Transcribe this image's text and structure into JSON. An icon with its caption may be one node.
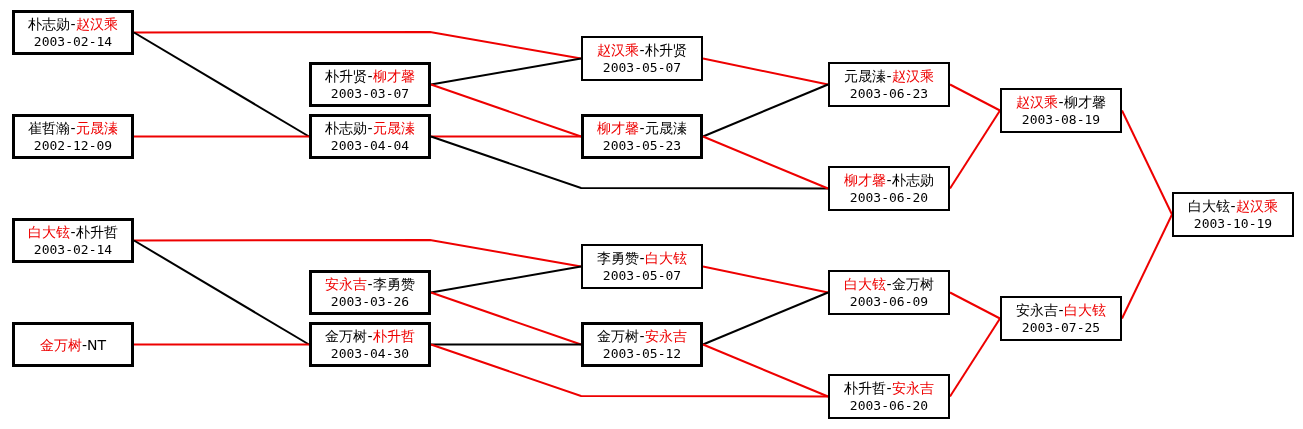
{
  "diagram": {
    "nodes": [
      {
        "text": [
          "朴志勋-赵汉乘",
          "2003-02-14"
        ]
      },
      {
        "text": [
          "朴升贤-柳才馨",
          "2003-03-07"
        ]
      },
      {
        "text": [
          "赵汉乘-朴升贤",
          "2003-05-07"
        ]
      },
      {
        "text": [
          "崔哲瀚-元晟溱",
          "2002-12-09"
        ]
      },
      {
        "text": [
          "朴志勋-元晟溱",
          "2003-04-04"
        ]
      },
      {
        "text": [
          "柳才馨-元晟溱",
          "2003-05-23"
        ]
      },
      {
        "text": [
          "元晟溱-赵汉乘",
          "2003-06-23"
        ]
      },
      {
        "text": [
          "柳才馨-朴志勋",
          "2003-06-20"
        ]
      },
      {
        "text": [
          "赵汉乘-柳才馨",
          "2003-08-19"
        ]
      },
      {
        "text": [
          "白大铉-赵汉乘",
          "2003-10-19"
        ]
      },
      {
        "text": [
          "白大铉-朴升哲",
          "2003-02-14"
        ]
      },
      {
        "text": [
          "安永吉-李勇赞",
          "2003-03-26"
        ]
      },
      {
        "text": [
          "李勇赞-白大铉",
          "2003-05-07"
        ]
      },
      {
        "text": [
          "金万树-NT"
        ]
      },
      {
        "text": [
          "金万树-朴升哲",
          "2003-04-30"
        ]
      },
      {
        "text": [
          "金万树-安永吉",
          "2003-05-12"
        ]
      },
      {
        "text": [
          "白大铉-金万树",
          "2003-06-09"
        ]
      },
      {
        "text": [
          "朴升哲-安永吉",
          "2003-06-20"
        ]
      },
      {
        "text": [
          "安永吉-白大铉",
          "2003-07-25"
        ]
      }
    ],
    "edges": [
      {
        "from": 0,
        "to": 2,
        "arrow": "none"
      },
      {
        "from": 0,
        "to": 4,
        "arrow": "none",
        "color": "#000000"
      },
      {
        "from": 3,
        "to": 4,
        "arrow": "none"
      },
      {
        "from": 1,
        "to": 2,
        "arrow": "none",
        "color": "#000000"
      },
      {
        "from": 1,
        "to": 5,
        "arrow": "none"
      },
      {
        "from": 4,
        "to": 5,
        "arrow": "none"
      },
      {
        "from": 4,
        "to": 7,
        "arrow": "none",
        "color": "#000000"
      },
      {
        "from": 2,
        "to": 6,
        "arrow": "none"
      },
      {
        "from": 5,
        "to": 6,
        "arrow": "none",
        "color": "#000000"
      },
      {
        "from": 5,
        "to": 7,
        "arrow": "none"
      },
      {
        "from": 6,
        "to": 8,
        "arrow": "none"
      },
      {
        "from": 7,
        "to": 8,
        "arrow": "none"
      },
      {
        "from": 8,
        "to": 9,
        "arrow": "none"
      },
      {
        "from": 18,
        "to": 9,
        "arrow": "none"
      },
      {
        "from": 10,
        "to": 12,
        "arrow": "none"
      },
      {
        "from": 10,
        "to": 14,
        "arrow": "none",
        "color": "#000000"
      },
      {
        "from": 13,
        "to": 14,
        "arrow": "none"
      },
      {
        "from": 11,
        "to": 12,
        "arrow": "none",
        "color": "#000000"
      },
      {
        "from": 11,
        "to": 15,
        "arrow": "none"
      },
      {
        "from": 14,
        "to": 15,
        "arrow": "none",
        "color": "#000000"
      },
      {
        "from": 14,
        "to": 17,
        "arrow": "none"
      },
      {
        "from": 12,
        "to": 16,
        "arrow": "none"
      },
      {
        "from": 15,
        "to": 16,
        "arrow": "none",
        "color": "#000000"
      },
      {
        "from": 15,
        "to": 17,
        "arrow": "none"
      },
      {
        "from": 16,
        "to": 18,
        "arrow": "none"
      },
      {
        "from": 17,
        "to": 18,
        "arrow": "none"
      }
    ]
  }
}
